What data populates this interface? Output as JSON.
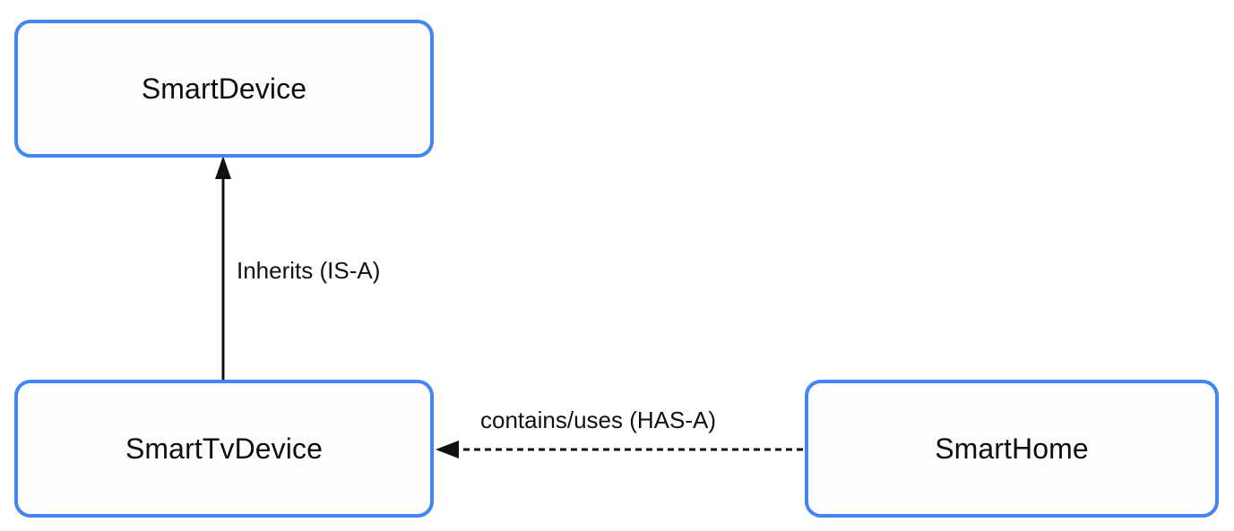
{
  "diagram": {
    "type": "class-relationship-diagram",
    "background_color": "#ffffff",
    "node_border_color": "#4285f4",
    "node_fill_color": "#fdfdfd",
    "edge_color": "#101010",
    "nodes": [
      {
        "id": "smartdevice",
        "label": "SmartDevice"
      },
      {
        "id": "smarttvdevice",
        "label": "SmartTvDevice"
      },
      {
        "id": "smarthome",
        "label": "SmartHome"
      }
    ],
    "edges": [
      {
        "id": "inherits",
        "label": "Inherits (IS-A)",
        "from": "SmartTvDevice",
        "to": "SmartDevice",
        "line_style": "solid",
        "arrowhead": "solid-triangle",
        "direction": "up"
      },
      {
        "id": "contains",
        "label": "contains/uses (HAS-A)",
        "from": "SmartHome",
        "to": "SmartTvDevice",
        "line_style": "dashed",
        "arrowhead": "solid-triangle",
        "direction": "left"
      }
    ]
  }
}
